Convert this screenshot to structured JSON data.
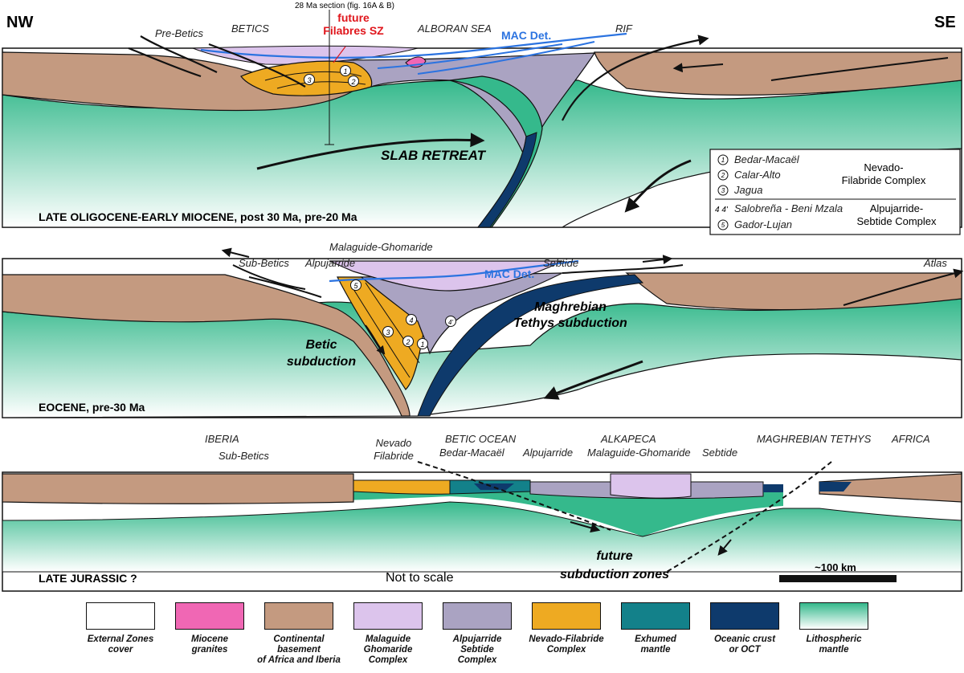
{
  "corners": {
    "nw": "NW",
    "se": "SE"
  },
  "section_note": "28 Ma section (fig. 16A & B)",
  "panels": {
    "top": {
      "title": "LATE OLIGOCENE-EARLY MIOCENE, post 30 Ma, pre-20 Ma",
      "labels": {
        "pre_betics": "Pre-Betics",
        "betics": "BETICS",
        "alboran": "ALBORAN SEA",
        "rif": "RIF",
        "mac_det": "MAC Det.",
        "future_line1": "future",
        "future_line2": "Filabres SZ",
        "slab_retreat": "SLAB RETREAT"
      },
      "units": [
        "1",
        "2",
        "3"
      ]
    },
    "middle": {
      "title": "EOCENE, pre-30 Ma",
      "labels": {
        "malaguide": "Malaguide-Ghomaride",
        "sub_betics": "Sub-Betics",
        "alpujarride": "Alpujarride",
        "sebtide": "Sebtide",
        "mac_det": "MAC Det.",
        "atlas": "Atlas",
        "maghrebian_line1": "Maghrebian",
        "maghrebian_line2": "Tethys subduction",
        "betic_line1": "Betic",
        "betic_line2": "subduction"
      },
      "units": [
        "5",
        "4",
        "4'",
        "3",
        "2",
        "1"
      ]
    },
    "bottom": {
      "title": "LATE JURASSIC ?",
      "labels": {
        "iberia": "IBERIA",
        "sub_betics": "Sub-Betics",
        "nevado_line1": "Nevado",
        "nevado_line2": "Filabride",
        "betic_ocean": "BETIC OCEAN",
        "bedar": "Bedar-Macaël",
        "alpujarride": "Alpujarride",
        "alkapeca": "ALKAPECA",
        "malaguide": "Malaguide-Ghomaride",
        "sebtide": "Sebtide",
        "maghrebian": "MAGHREBIAN TETHYS",
        "africa": "AFRICA",
        "future_line1": "future",
        "future_line2": "subduction zones",
        "not_to_scale": "Not to scale",
        "scale": "~100 km"
      }
    }
  },
  "key_box": {
    "rows": [
      {
        "num": "1",
        "name": "Bedar-Macaël"
      },
      {
        "num": "2",
        "name": "Calar-Alto"
      },
      {
        "num": "3",
        "name": "Jagua"
      }
    ],
    "group1_line1": "Nevado-",
    "group1_line2": "Filabride Complex",
    "row4_nums": "4 4'",
    "row4_name": "Salobreña - Beni Mzala",
    "row5_num": "5",
    "row5_name": "Gador-Lujan",
    "group2_line1": "Alpujarride-",
    "group2_line2": "Sebtide Complex"
  },
  "legend": [
    {
      "line1": "External Zones",
      "line2": "cover",
      "line3": "",
      "color": "#ffffff"
    },
    {
      "line1": "Miocene",
      "line2": "granites",
      "line3": "",
      "color": "#f067b4"
    },
    {
      "line1": "Continental",
      "line2": "basement",
      "line3": "of Africa and Iberia",
      "color": "#c49a80"
    },
    {
      "line1": "Malaguide",
      "line2": "Ghomaride",
      "line3": "Complex",
      "color": "#dcc4ec"
    },
    {
      "line1": "Alpujarride",
      "line2": "Sebtide",
      "line3": "Complex",
      "color": "#aaa3c2"
    },
    {
      "line1": "Nevado-Filabride",
      "line2": "Complex",
      "line3": "",
      "color": "#eeaa22"
    },
    {
      "line1": "Exhumed",
      "line2": "mantle",
      "line3": "",
      "color": "#13818a"
    },
    {
      "line1": "Oceanic crust",
      "line2": "or OCT",
      "line3": "",
      "color": "#0e3a6c"
    },
    {
      "line1": "Lithospheric",
      "line2": "mantle",
      "line3": "",
      "color": "#35b98c"
    }
  ],
  "colors": {
    "basement": "#c49a80",
    "mantle": "#35b98c",
    "nevado": "#eeaa22",
    "alpujarride": "#aaa3c2",
    "malaguide": "#dcc4ec",
    "oceanic": "#0e3a6c",
    "exhumed": "#13818a",
    "granite": "#f067b4",
    "mac": "#2b73e0",
    "red": "#e0161c"
  }
}
